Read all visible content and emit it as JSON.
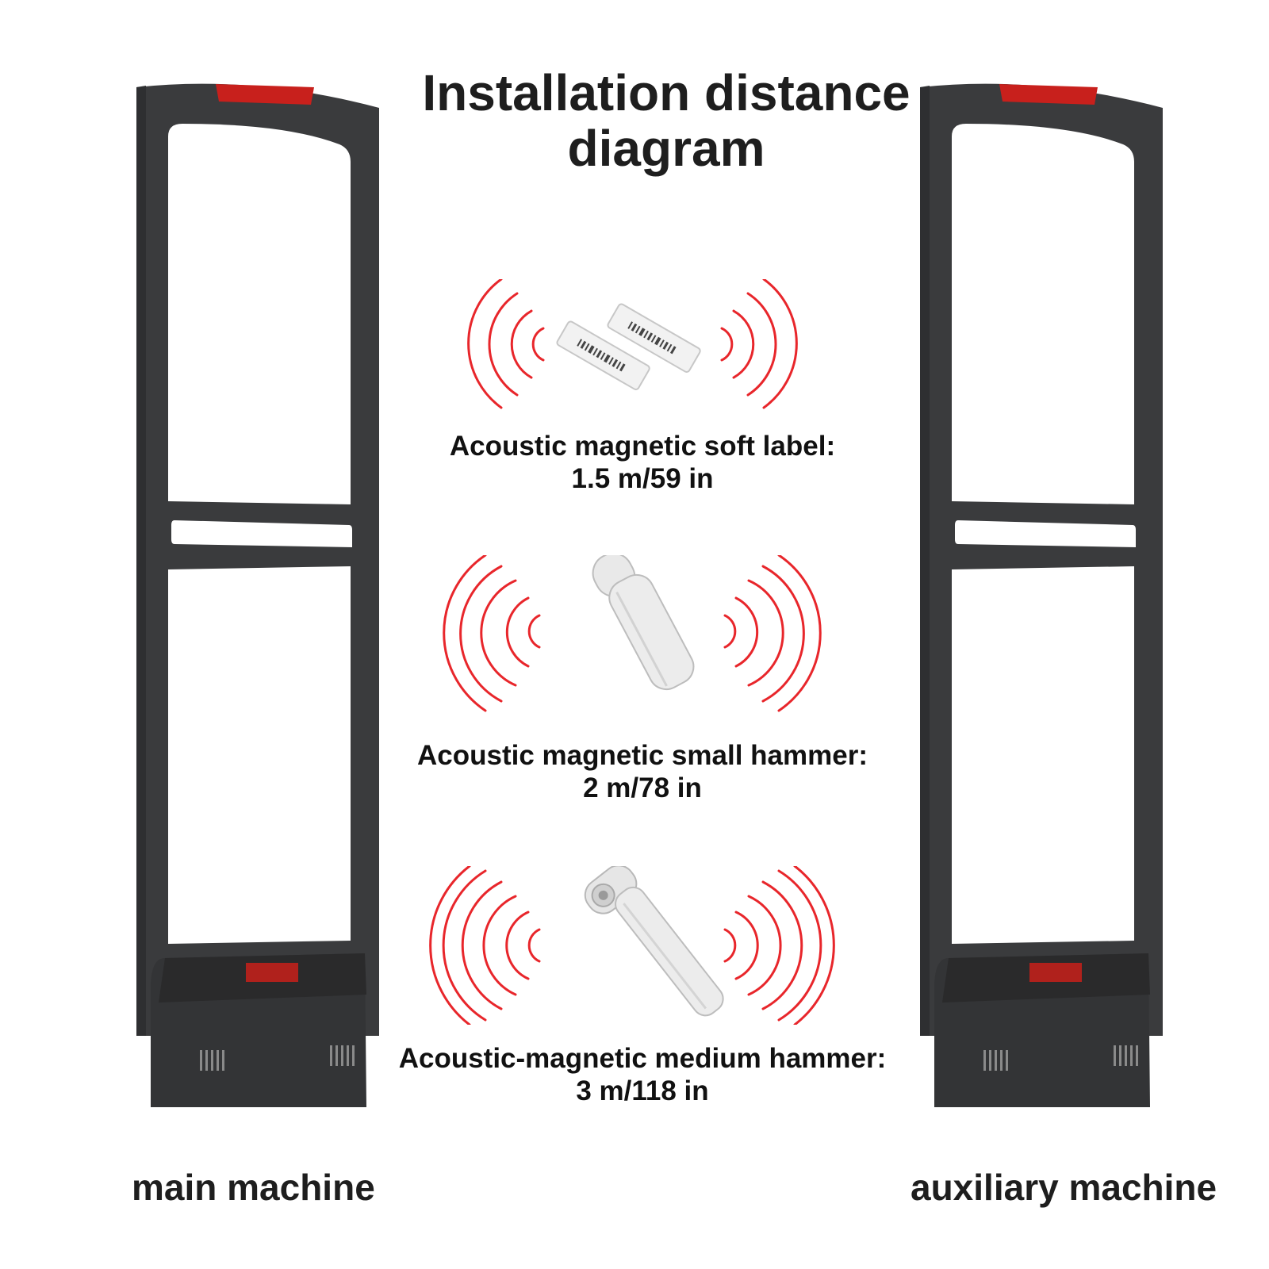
{
  "title": {
    "line1": "Installation distance",
    "line2": "diagram"
  },
  "machines": {
    "main": "main machine",
    "auxiliary": "auxiliary machine"
  },
  "tags": [
    {
      "name": "Acoustic magnetic soft label:",
      "distance": "1.5 m/59 in",
      "icon": "soft-label-icon",
      "wave_arcs": 3
    },
    {
      "name": "Acoustic magnetic small hammer:",
      "distance": "2 m/78 in",
      "icon": "small-hammer-tag-icon",
      "wave_arcs": 4
    },
    {
      "name": "Acoustic-magnetic medium hammer:",
      "distance": "3 m/118 in",
      "icon": "medium-hammer-tag-icon",
      "wave_arcs": 5
    }
  ],
  "colors": {
    "gate_body": "#3a3b3d",
    "gate_dark": "#2a2a2b",
    "indicator_red": "#c8201c",
    "wave_red": "#e8262b",
    "tag_white": "#f2f2f2"
  }
}
